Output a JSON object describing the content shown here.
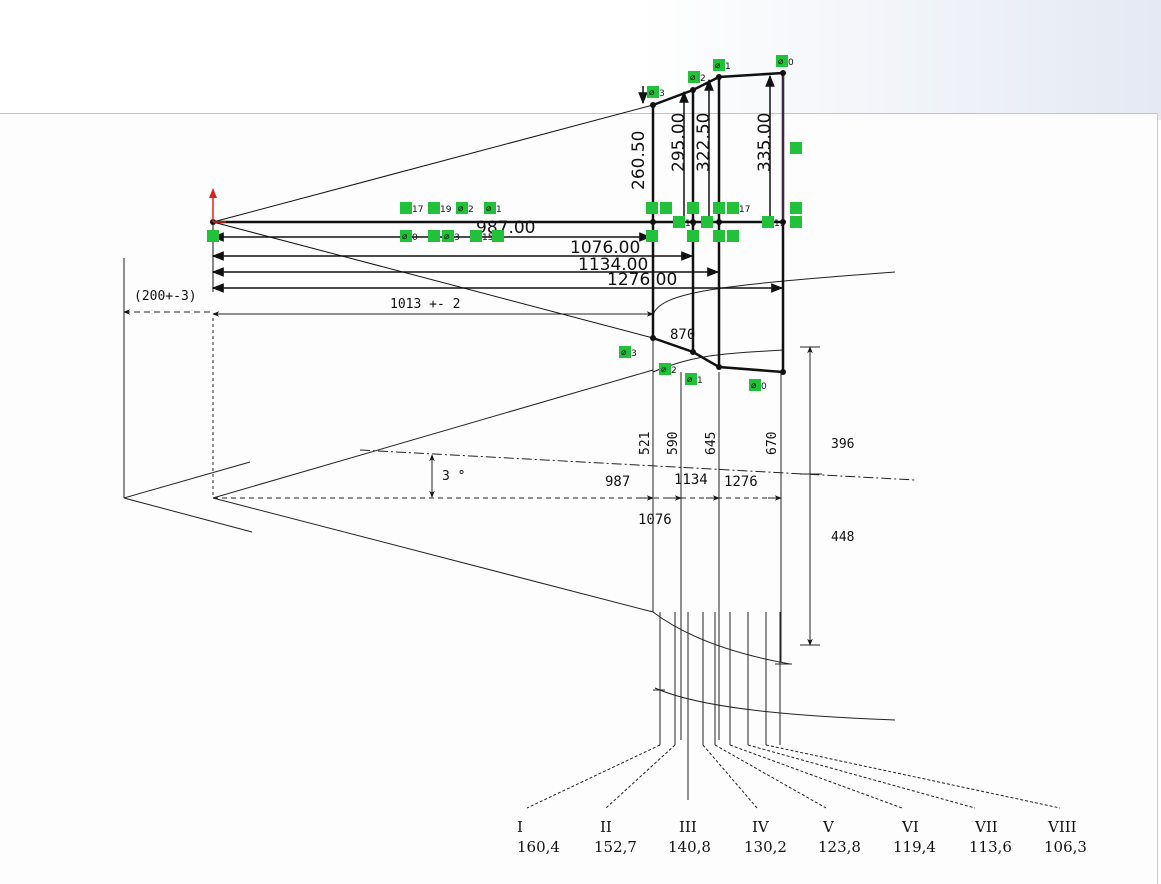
{
  "cad_dims": {
    "len_987": "987.00",
    "len_1076": "1076.00",
    "len_1134": "1134.00",
    "len_1276": "1276.00",
    "r_260": "260.50",
    "r_295": "295.00",
    "r_322": "322.50",
    "r_335": "335.00"
  },
  "scan_dims": {
    "tol_200": "(200+-3)",
    "len_1013": "1013 +- 2",
    "dim_870": "870",
    "dia_521": "521",
    "dia_590": "590",
    "dia_645": "645",
    "dia_670": "670",
    "x_987": "987",
    "x_1076": "1076",
    "x_1134": "1134",
    "x_1276": "1276",
    "h_396": "396",
    "h_448": "448",
    "angle": "3 °"
  },
  "relations": {
    "d0": "0",
    "d1": "1",
    "d2": "2",
    "d3": "3",
    "n17": "17",
    "n19": "19",
    "n15": "15",
    "n0": "0",
    "n3": "3"
  },
  "stations": [
    {
      "roman": "I",
      "value": "160,4"
    },
    {
      "roman": "II",
      "value": "152,7"
    },
    {
      "roman": "III",
      "value": "140,8"
    },
    {
      "roman": "IV",
      "value": "130,2"
    },
    {
      "roman": "V",
      "value": "123,8"
    },
    {
      "roman": "VI",
      "value": "119,4"
    },
    {
      "roman": "VII",
      "value": "113,6"
    },
    {
      "roman": "VIII",
      "value": "106,3"
    }
  ],
  "colors": {
    "relation_tag": "#22c13a",
    "origin_axis": "#e0201c",
    "sheet_border": "#b9c7dd"
  }
}
